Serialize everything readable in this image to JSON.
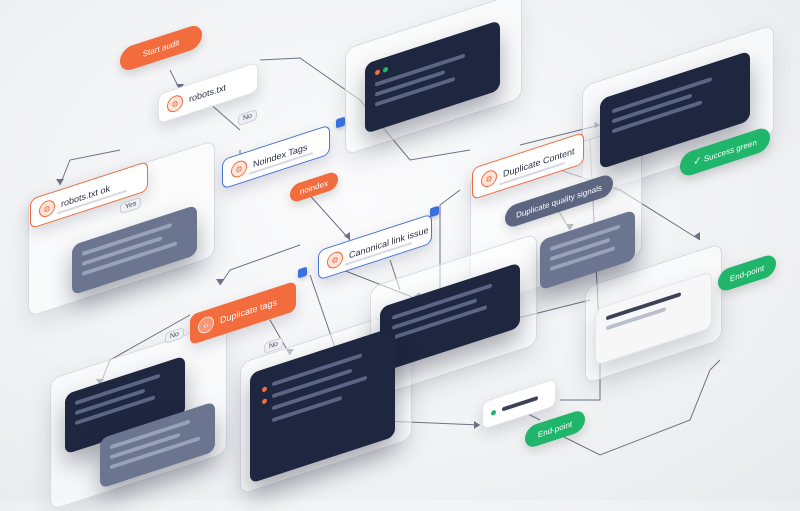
{
  "nodes": {
    "start": "Start audit",
    "robots": "robots.txt",
    "robots_ok": "robots.txt ok",
    "noindex": "Noindex Tags",
    "noindex_sub": "noindex",
    "canonical": "Canonical link issue",
    "duplicate_tags": "Duplicate tags",
    "duplicate_content": "Duplicate Content",
    "dup_signals": "Duplicate quality signals",
    "success": "Success green",
    "endpoint_right": "End-point",
    "endpoint_bottom": "End-point"
  },
  "labels": {
    "no_1": "No",
    "yes_1": "Yes",
    "no_2": "No",
    "no_3": "No"
  },
  "icons": {
    "robots": "gear-icon",
    "robots_ok": "gear-icon",
    "noindex": "gear-icon",
    "canonical": "link-icon",
    "duplicate_tags": "code-icon",
    "duplicate_content": "gear-icon",
    "success": "check-icon"
  },
  "colors": {
    "accent": "#f26c3d",
    "success": "#1fb56b",
    "screen": "#1f2640",
    "connector": "#3b6fe0"
  }
}
